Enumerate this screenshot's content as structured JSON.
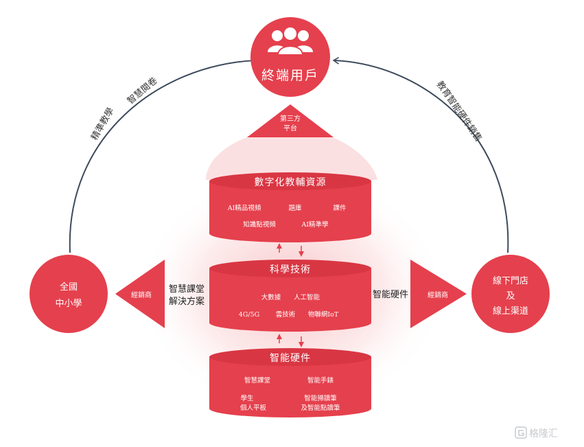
{
  "top_node": {
    "label": "終端用戶"
  },
  "left_arc_labels": [
    "精準教學",
    "智慧閱卷"
  ],
  "right_arc_label": "教育智能硬件銷售",
  "third_party": {
    "line1": "第三方",
    "line2": "平台"
  },
  "left_node": {
    "line1": "全國",
    "line2": "中小學"
  },
  "right_node": {
    "line1": "線下門店",
    "line2": "及",
    "line3": "線上渠道"
  },
  "left_distributor": "經銷商",
  "right_distributor": "經銷商",
  "left_solution": {
    "line1": "智慧課堂",
    "line2": "解決方案"
  },
  "right_solution": "智能硬件",
  "tier1": {
    "title": "數字化教輔資源",
    "items": [
      "AI精品視頻",
      "題庫",
      "課件",
      "知識點視頻",
      "AI精準學"
    ]
  },
  "tier2": {
    "title": "科學技術",
    "items": [
      "大數據",
      "人工智能",
      "4G/5G",
      "雲技術",
      "物聯網IoT"
    ]
  },
  "tier3": {
    "title": "智能硬件",
    "items": [
      "智慧課堂",
      "智能手錶",
      "學生",
      "個人平板",
      "智能掃讀筆",
      "及智能點讀筆"
    ]
  },
  "watermark": "格隆汇",
  "colors": {
    "red": "#e5404d",
    "red_dark": "#c72e3a",
    "arc": "#3c4a5c",
    "glow": "#f8c8c8"
  },
  "icons": {
    "users": "users-icon",
    "watermark_logo": "gelonghui-logo-icon"
  }
}
